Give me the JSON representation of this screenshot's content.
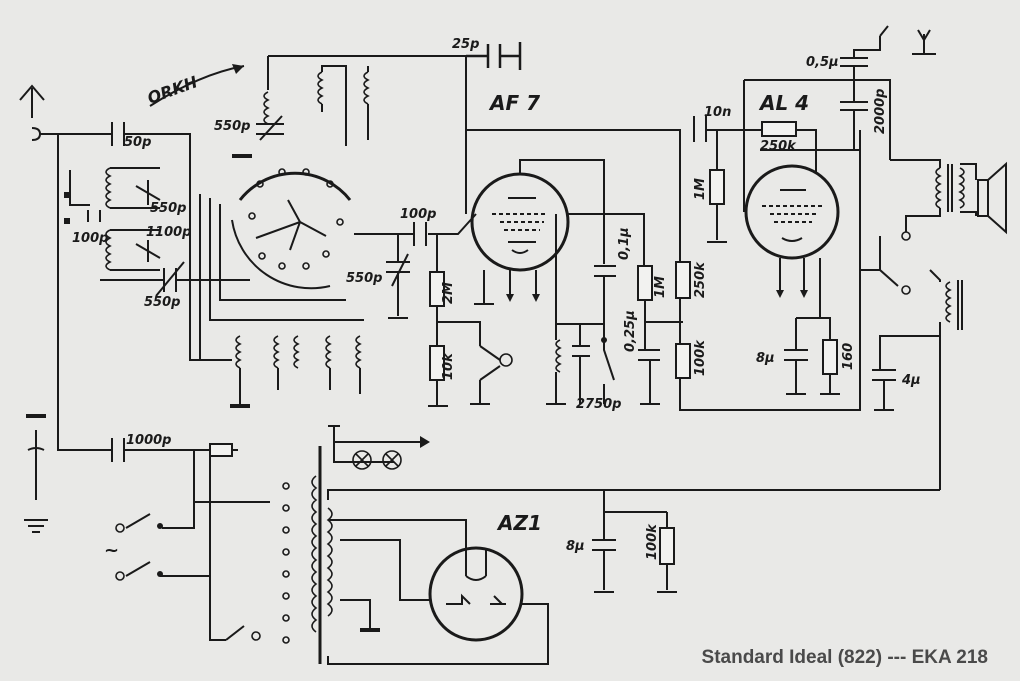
{
  "caption": "Standard Ideal (822) --- EKA 218",
  "tubes": {
    "af7": "AF 7",
    "al4": "AL 4",
    "az1": "AZ1"
  },
  "band_marker": "ORKH",
  "components": {
    "c_25p": "25p",
    "c_50p": "50p",
    "c_550p_tuning": "550p",
    "c_550p_osc": "550p",
    "c_100p_osc": "100p",
    "c_1100p": "1100p",
    "c_550p_pad": "550p",
    "c_100p_grid": "100p",
    "c_550p_trim": "550p",
    "r_2M": "2M",
    "r_10k": "10k",
    "c_0_1u": "0,1μ",
    "r_1M_a": "1M",
    "c_0_25u": "0,25μ",
    "c_2750p": "2750p",
    "r_250k_a": "250k",
    "r_100k_a": "100k",
    "c_10n": "10n",
    "r_1M_b": "1M",
    "r_250k_b": "250k",
    "c_8u_cath": "8μ",
    "r_160": "160",
    "c_0_5u": "0,5μ",
    "c_2000p": "2000p",
    "c_4u": "4μ",
    "c_1000p": "1000p",
    "c_8u_filter": "8μ",
    "r_100k_b": "100k",
    "mains": "~"
  }
}
